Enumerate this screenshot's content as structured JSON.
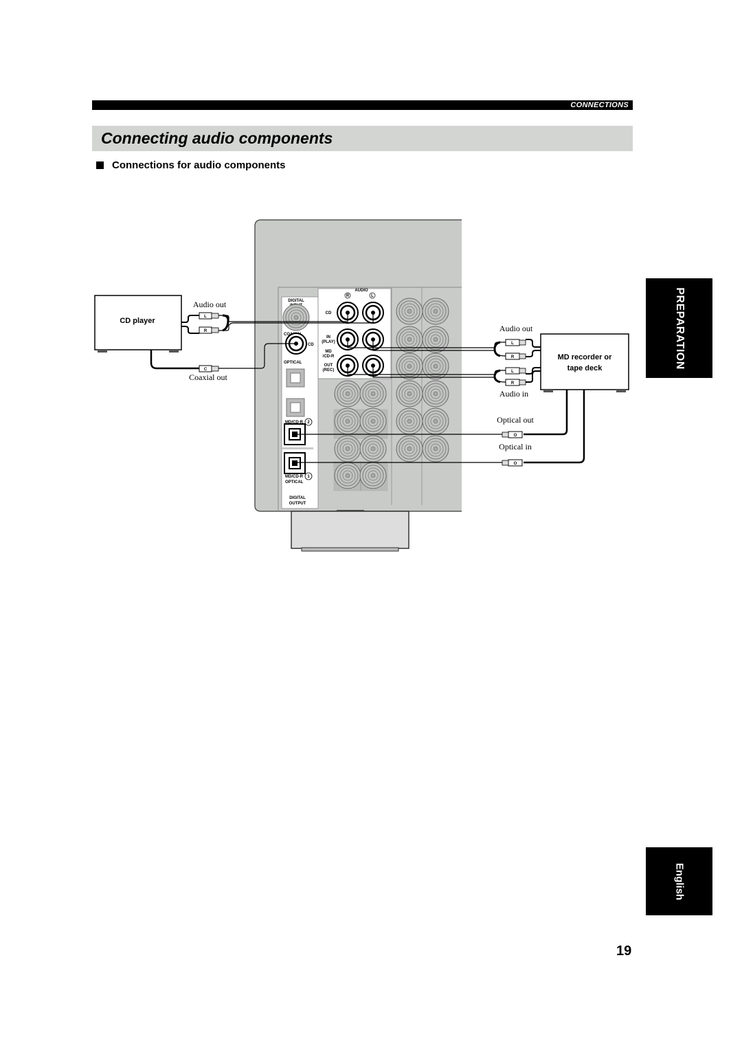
{
  "header": {
    "section_label": "CONNECTIONS"
  },
  "title": "Connecting audio components",
  "subheading": "Connections for audio components",
  "side_tabs": {
    "preparation": "PREPARATION",
    "language": "English"
  },
  "page_number": "19",
  "diagram": {
    "cd_player": "CD player",
    "cd_audio_out": "Audio out",
    "cd_coaxial_out": "Coaxial out",
    "md_recorder_line1": "MD recorder or",
    "md_recorder_line2": "tape deck",
    "md_audio_out": "Audio out",
    "md_audio_in": "Audio in",
    "md_optical_out": "Optical out",
    "md_optical_in": "Optical in",
    "plug_left": "L",
    "plug_right": "R",
    "plug_coax": "C",
    "plug_optical": "O",
    "panel": {
      "audio": "AUDIO",
      "jack_r": "R",
      "jack_l": "L",
      "digital": "DIGITAL",
      "input": "INPUT",
      "coaxial": "COAXIAL",
      "cd": "CD",
      "optical": "OPTICAL",
      "in": "IN",
      "play": "(PLAY)",
      "md": "MD",
      "cd_r": "/CD-R",
      "out": "OUT",
      "rec": "(REC)",
      "md_cd_r": "MD/CD-R",
      "num2": "2",
      "num1": "1",
      "output": "OUTPUT"
    }
  }
}
